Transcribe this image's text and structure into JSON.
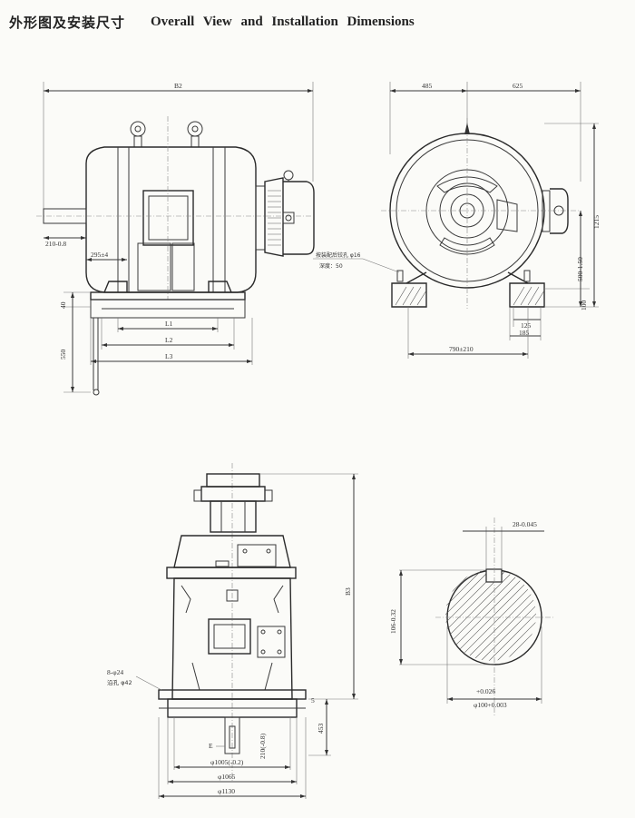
{
  "title": {
    "cn": "外形图及安装尺寸",
    "en": "Overall View and Installation Dimensions"
  },
  "front_view": {
    "B2": "B2",
    "shaft_dim": "210-0.8",
    "d295": "295±4",
    "d40": "40",
    "d550": "550",
    "L1": "L1",
    "L2": "L2",
    "L3": "L3"
  },
  "side_view": {
    "d485": "485",
    "d625": "625",
    "d1215": "1215",
    "d500": "500-1.50",
    "d100": "100",
    "d125": "125",
    "d185": "185",
    "d790": "790±210",
    "note1": "按装配后铰孔 φ16",
    "note2": "深度：50"
  },
  "vertical_view": {
    "B3": "B3",
    "holes1": "8-φ24",
    "holes2": "沿孔 φ42",
    "d453": "453",
    "d5": "5",
    "E": "E",
    "d1005": "φ1005(-0.2)",
    "d1065": "φ1065",
    "d1130": "φ1130",
    "d210": "210(-0.8)",
    "shaft_phi": "φ"
  },
  "shaft_section": {
    "key": "28-0.045",
    "d106": "106-0.32",
    "tol": "+0.026",
    "dia": "φ100+0.003"
  }
}
